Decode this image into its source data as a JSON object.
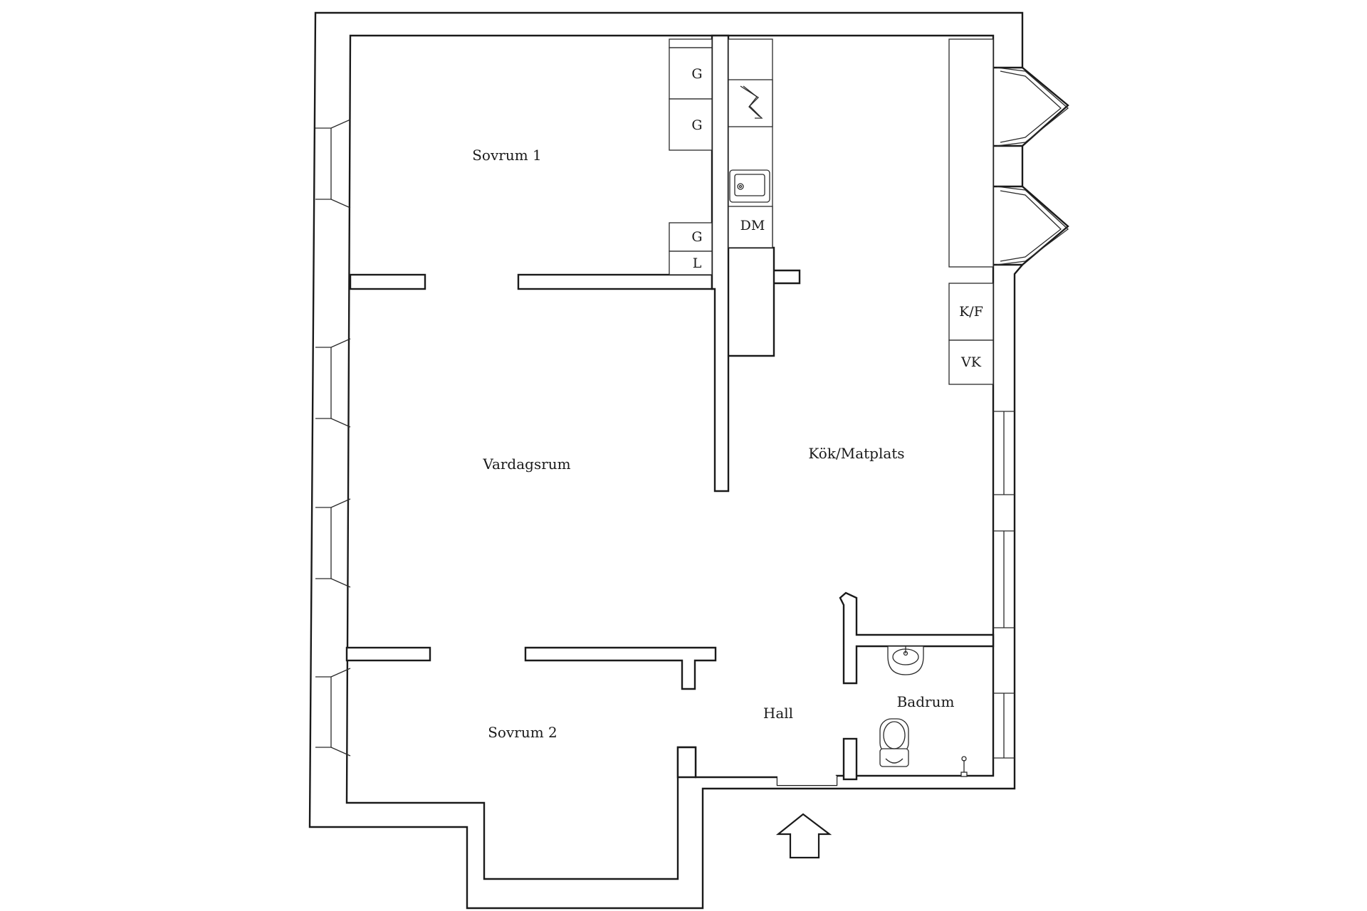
{
  "rooms": {
    "sovrum1": "Sovrum 1",
    "vardagsrum": "Vardagsrum",
    "kok_matplats": "Kök/Matplats",
    "sovrum2": "Sovrum 2",
    "hall": "Hall",
    "badrum": "Badrum"
  },
  "fixtures": {
    "wardrobe_g": "G",
    "linen_l": "L",
    "dishwasher": "DM",
    "fridge_freezer": "K/F",
    "heater_vk": "VK"
  }
}
